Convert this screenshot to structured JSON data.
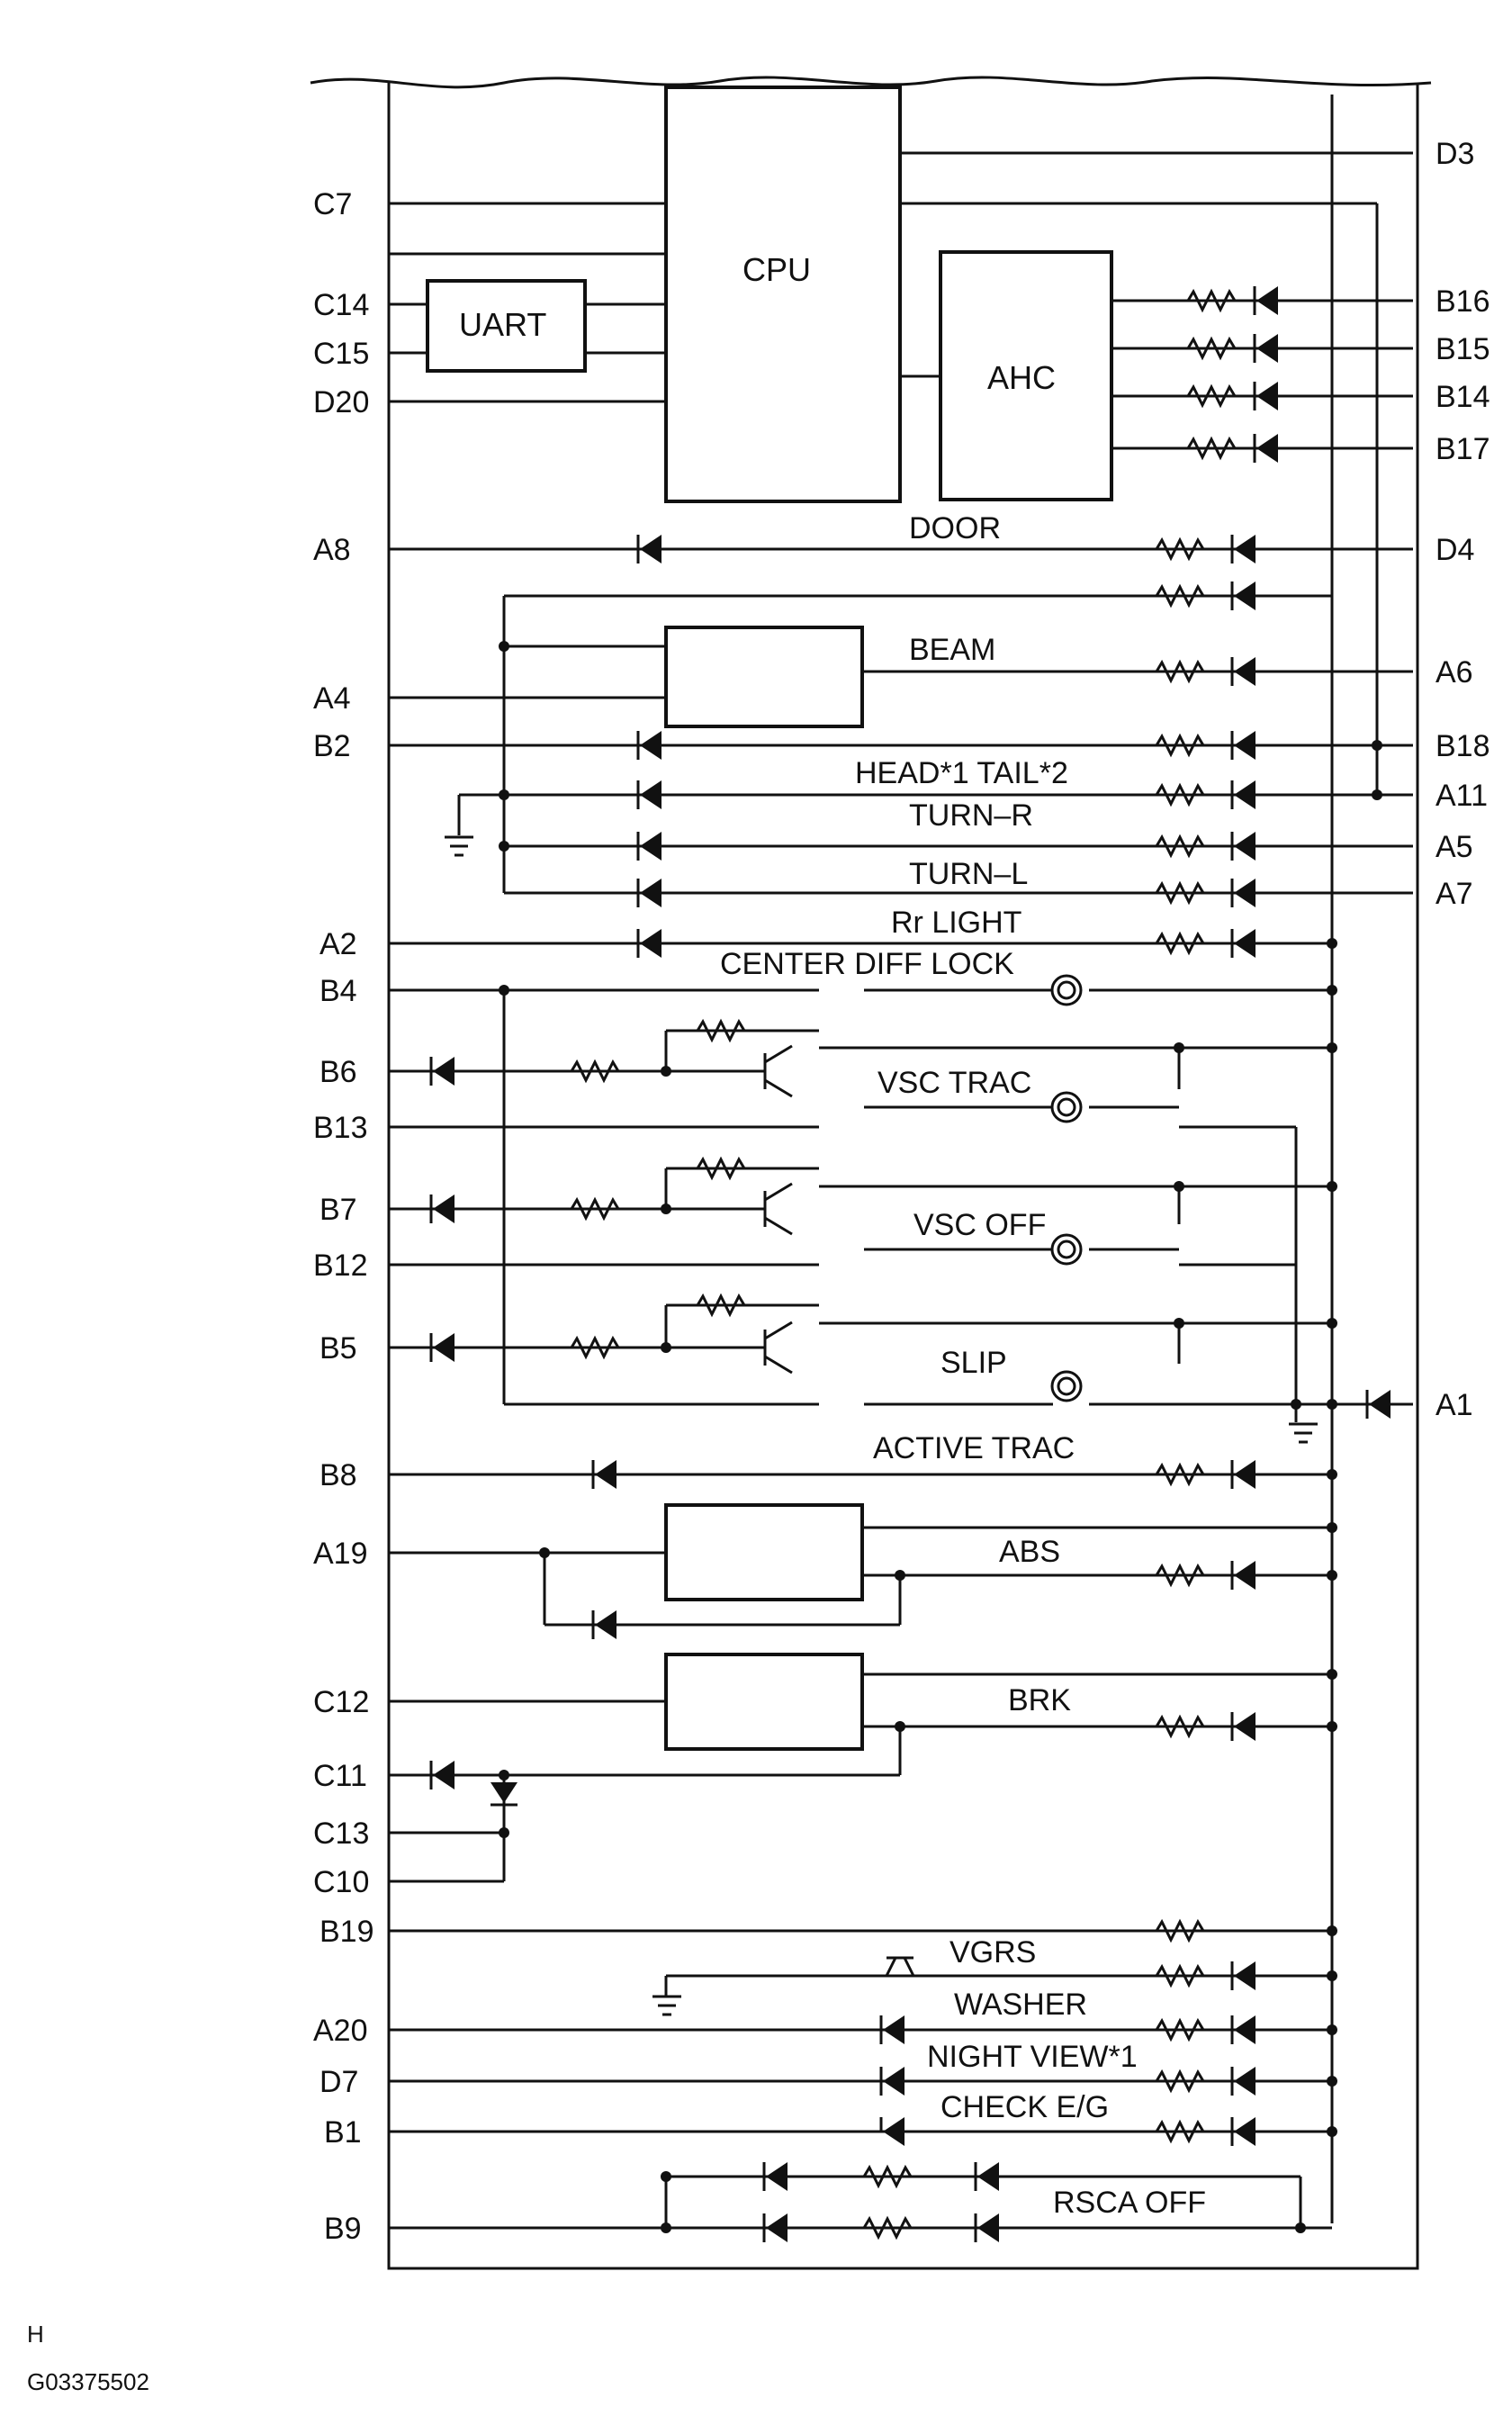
{
  "blocks": {
    "cpu": "CPU",
    "uart": "UART",
    "ahc": "AHC"
  },
  "left_terminals": [
    "C7",
    "C14",
    "C15",
    "D20",
    "A8",
    "A4",
    "B2",
    "A2",
    "B4",
    "B6",
    "B13",
    "B7",
    "B12",
    "B5",
    "B8",
    "A19",
    "C12",
    "C11",
    "C13",
    "C10",
    "B19",
    "A20",
    "D7",
    "B1",
    "B9"
  ],
  "right_terminals": [
    "D3",
    "B16",
    "B15",
    "B14",
    "B17",
    "D4",
    "A6",
    "B18",
    "A11",
    "A5",
    "A7",
    "A1"
  ],
  "indicators": {
    "door": "DOOR",
    "beam": "BEAM",
    "head_tail": "HEAD*1 TAIL*2",
    "turn_r": "TURN–R",
    "turn_l": "TURN–L",
    "rr_light": "Rr LIGHT",
    "center_diff_lock": "CENTER DIFF LOCK",
    "vsc_trac": "VSC TRAC",
    "vsc_off": "VSC OFF",
    "slip": "SLIP",
    "active_trac": "ACTIVE TRAC",
    "abs": "ABS",
    "brk": "BRK",
    "vgrs": "VGRS",
    "washer": "WASHER",
    "night_view": "NIGHT VIEW*1",
    "check_eg": "CHECK E/G",
    "rsca_off": "RSCA OFF"
  },
  "footer": {
    "marker": "H",
    "code": "G03375502"
  }
}
